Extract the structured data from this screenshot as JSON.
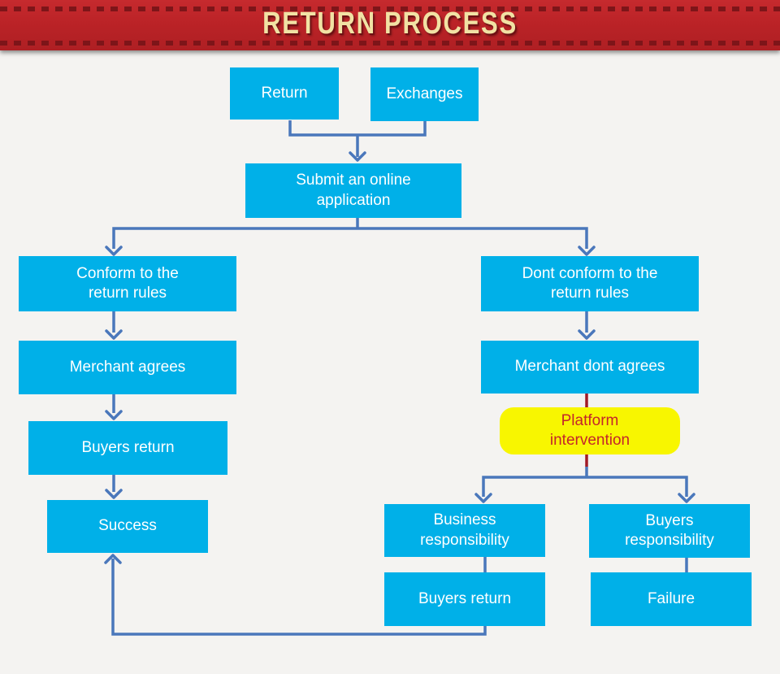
{
  "header": {
    "title": "RETURN PROCESS"
  },
  "colors": {
    "banner_red": "#bb2327",
    "banner_dash": "#7d1519",
    "banner_text": "#f1e2a4",
    "node_cyan": "#00b0e8",
    "node_text": "#ffffff",
    "connector_blue": "#4a77bb",
    "connector_red": "#a11b26",
    "highlight_yellow": "#f8f600",
    "highlight_text": "#c4252b",
    "background": "#f4f3f1"
  },
  "nodes": {
    "return": {
      "label": "Return"
    },
    "exchanges": {
      "label": "Exchanges"
    },
    "submit": {
      "label": "Submit an online\napplication"
    },
    "conform": {
      "label": "Conform to the\nreturn rules"
    },
    "dont_conform": {
      "label": "Dont conform to the\nreturn rules"
    },
    "merchant_agrees": {
      "label": "Merchant agrees"
    },
    "merchant_dont_agrees": {
      "label": "Merchant dont agrees"
    },
    "buyers_return_left": {
      "label": "Buyers return"
    },
    "platform_intervention": {
      "label": "Platform\nintervention"
    },
    "success": {
      "label": "Success"
    },
    "business_responsibility": {
      "label": "Business\nresponsibility"
    },
    "buyers_responsibility": {
      "label": "Buyers\nresponsibility"
    },
    "buyers_return_right": {
      "label": "Buyers return"
    },
    "failure": {
      "label": "Failure"
    }
  },
  "edges": [
    {
      "from": "Return",
      "to": "Submit an online application"
    },
    {
      "from": "Exchanges",
      "to": "Submit an online application"
    },
    {
      "from": "Submit an online application",
      "to": "Conform to the return rules"
    },
    {
      "from": "Submit an online application",
      "to": "Dont conform to the return rules"
    },
    {
      "from": "Conform to the return rules",
      "to": "Merchant agrees"
    },
    {
      "from": "Merchant agrees",
      "to": "Buyers return"
    },
    {
      "from": "Buyers return",
      "to": "Success"
    },
    {
      "from": "Dont conform to the return rules",
      "to": "Merchant dont agrees"
    },
    {
      "from": "Merchant dont agrees",
      "to": "Platform intervention"
    },
    {
      "from": "Platform intervention",
      "to": "Business responsibility"
    },
    {
      "from": "Platform intervention",
      "to": "Buyers responsibility"
    },
    {
      "from": "Business responsibility",
      "to": "Buyers return"
    },
    {
      "from": "Buyers responsibility",
      "to": "Failure"
    },
    {
      "from": "Buyers return (right)",
      "to": "Success"
    }
  ]
}
